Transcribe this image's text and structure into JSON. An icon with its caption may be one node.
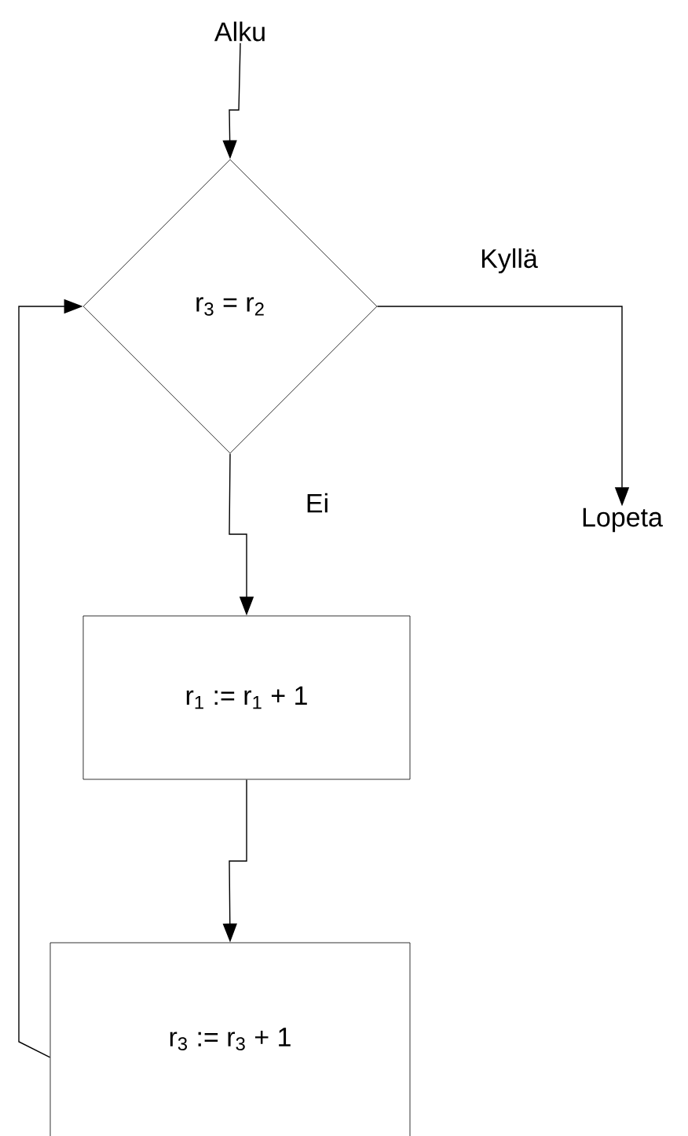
{
  "diagram": {
    "nodes": [
      {
        "text": [
          "Alku"
        ]
      },
      {
        "text": [
          "r$_{3}$ = r$_{2}$"
        ]
      },
      {
        "text": [
          "Lopeta"
        ]
      },
      {
        "text": [
          "r$_{1}$ := r$_{1}$ + 1"
        ]
      },
      {
        "text": [
          "r$_{3}$ := r$_{3}$ + 1"
        ]
      }
    ],
    "edges": [
      {
        "from": 0,
        "to": 1,
        "arrow": "to"
      },
      {
        "from": 1,
        "to": 2,
        "arrow": "to",
        "label": "Kyllä"
      },
      {
        "from": 1,
        "to": 3,
        "arrow": "to",
        "label": "Ei"
      },
      {
        "from": 3,
        "to": 4,
        "arrow": "to"
      },
      {
        "from": 4,
        "to": 1,
        "arrow": "to"
      }
    ]
  }
}
